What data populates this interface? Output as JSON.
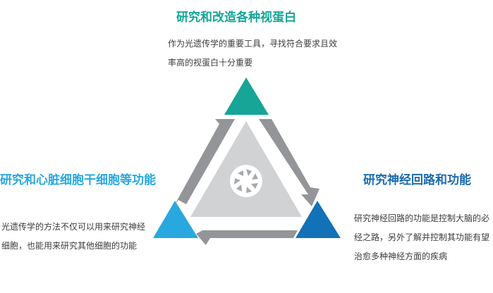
{
  "nodes": {
    "top": {
      "title": "研究和改造各种视蛋白",
      "description": "作为光遗传学的重要工具，寻找符合要求且效率高的视蛋白十分重要",
      "color": "#16a597"
    },
    "left": {
      "title": "研究和心脏细胞干细胞等功能",
      "description": "光遗传学的方法不仅可以用来研究神经细胞，也能用来研究其他细胞的功能",
      "color": "#29a8df"
    },
    "right": {
      "title": "研究神经回路和功能",
      "description": "研究神经回路的功能是控制大脑的必经之路，另外了解并控制其功能有望治愈多种神经方面的疾病",
      "color": "#1371b8"
    }
  },
  "center": {
    "icon": "aperture-icon",
    "color": "#d1d2d4"
  },
  "arrows": {
    "color": "#939598",
    "direction": "clockwise"
  }
}
